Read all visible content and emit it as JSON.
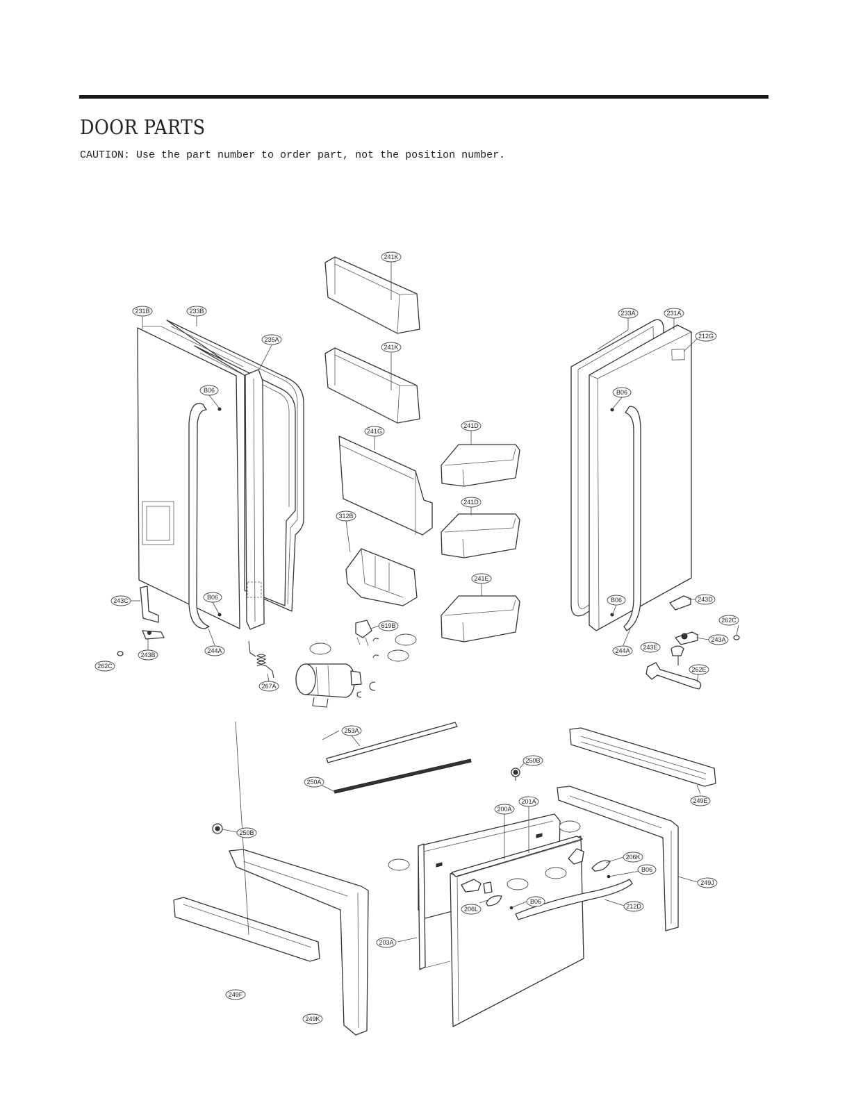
{
  "page": {
    "title": "DOOR PARTS",
    "caution": "CAUTION: Use the part number to order part, not the position number."
  },
  "labels": {
    "p241K_top": "241K",
    "p241K_mid": "241K",
    "p231B": "231B",
    "p233B": "233B",
    "p235A": "235A",
    "p233A": "233A",
    "p231A": "231A",
    "p212G": "212G",
    "p241D_a": "241D",
    "p241G": "241G",
    "p241D_b": "241D",
    "p312B": "312B",
    "p241E": "241E",
    "pB06_l1": "B06",
    "pB06_l2": "B06",
    "pB06_r1": "B06",
    "pB06_r2": "B06",
    "pB06_dr1": "B06",
    "pB06_dr2": "B06",
    "p243C": "243C",
    "p243B": "243B",
    "p262C_l": "262C",
    "p244A_l": "244A",
    "p267A": "267A",
    "p619B": "619B",
    "p243D": "243D",
    "p262C_r": "262C",
    "p243A": "243A",
    "p243E": "243E",
    "p244A_r": "244A",
    "p262E": "262E",
    "p253A": "253A",
    "p250A": "250A",
    "p250B_r": "250B",
    "p249E": "249E",
    "p200A": "200A",
    "p201A": "201A",
    "p250B_l": "250B",
    "p206K": "206K",
    "p249J": "249J",
    "p212D": "212D",
    "p206L": "206L",
    "p203A": "203A",
    "p249F": "249F",
    "p249K": "249K",
    "blank": ""
  }
}
